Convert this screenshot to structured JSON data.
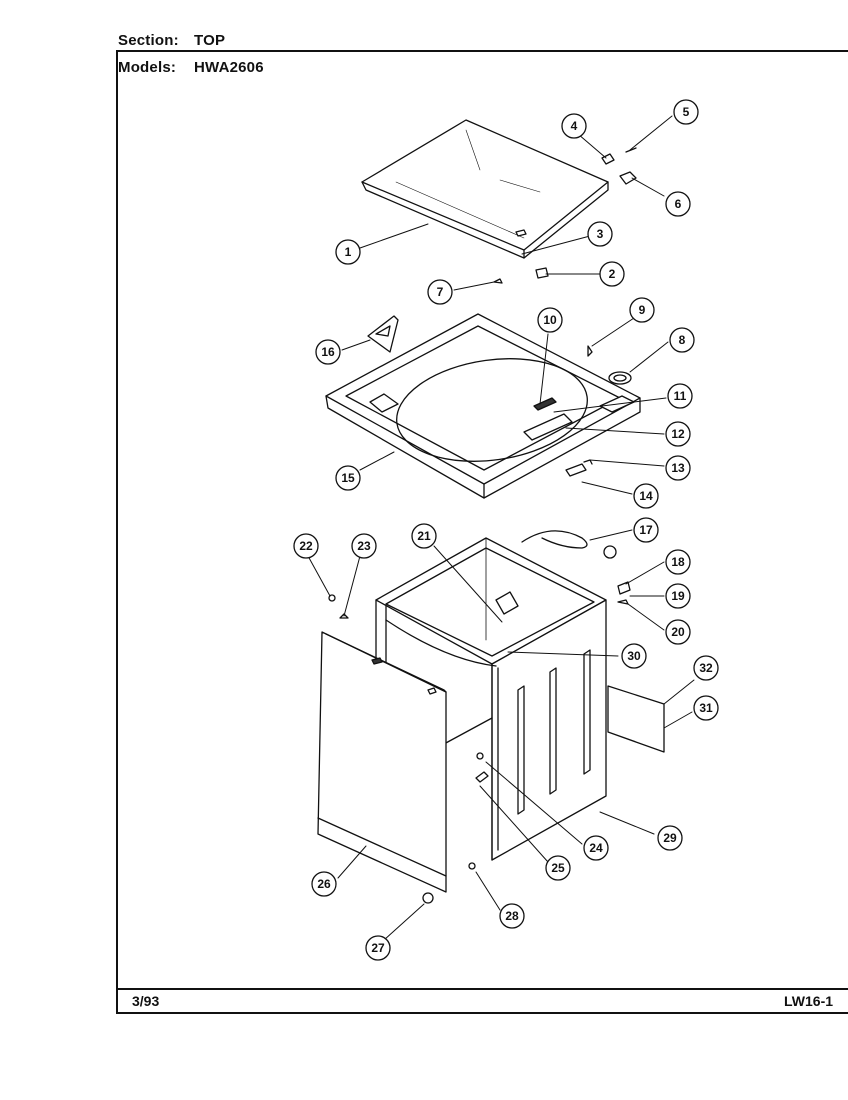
{
  "header": {
    "section_label": "Section:",
    "section_value": "TOP",
    "models_label": "Models:",
    "models_value": "HWA2606"
  },
  "footer": {
    "date": "3/93",
    "page_code": "LW16-1"
  },
  "callouts": [
    "1",
    "2",
    "3",
    "4",
    "5",
    "6",
    "7",
    "8",
    "9",
    "10",
    "11",
    "12",
    "13",
    "14",
    "15",
    "16",
    "17",
    "18",
    "19",
    "20",
    "21",
    "22",
    "23",
    "24",
    "25",
    "26",
    "27",
    "28",
    "29",
    "30",
    "31",
    "32"
  ]
}
